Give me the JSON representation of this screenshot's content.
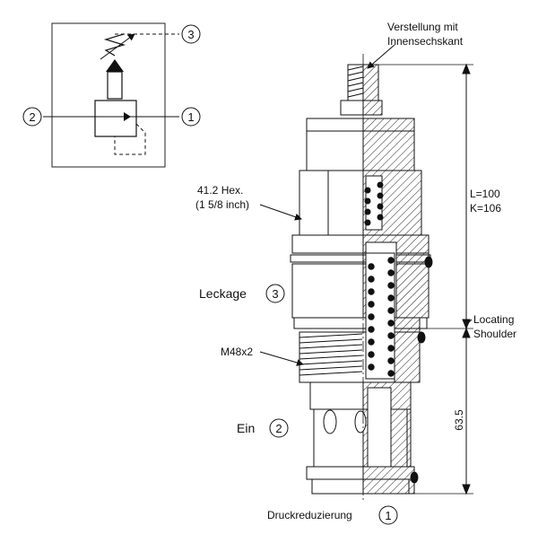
{
  "symbol": {
    "port_top": "3",
    "port_left": "2",
    "port_right": "1"
  },
  "labels": {
    "adjust_line1": "Verstellung mit",
    "adjust_line2": "Innensechskant",
    "hex_line1": "41.2 Hex.",
    "hex_line2": "(1 5/8 inch)",
    "leakage": "Leckage",
    "leakage_port": "3",
    "thread": "M48x2",
    "inlet": "Ein",
    "inlet_port": "2",
    "reduced": "Druckreduzierung",
    "reduced_port": "1",
    "length_l": "L=100",
    "length_k": "K=106",
    "shoulder_line1": "Locating",
    "shoulder_line2": "Shoulder",
    "dim_lower": "63.5"
  }
}
